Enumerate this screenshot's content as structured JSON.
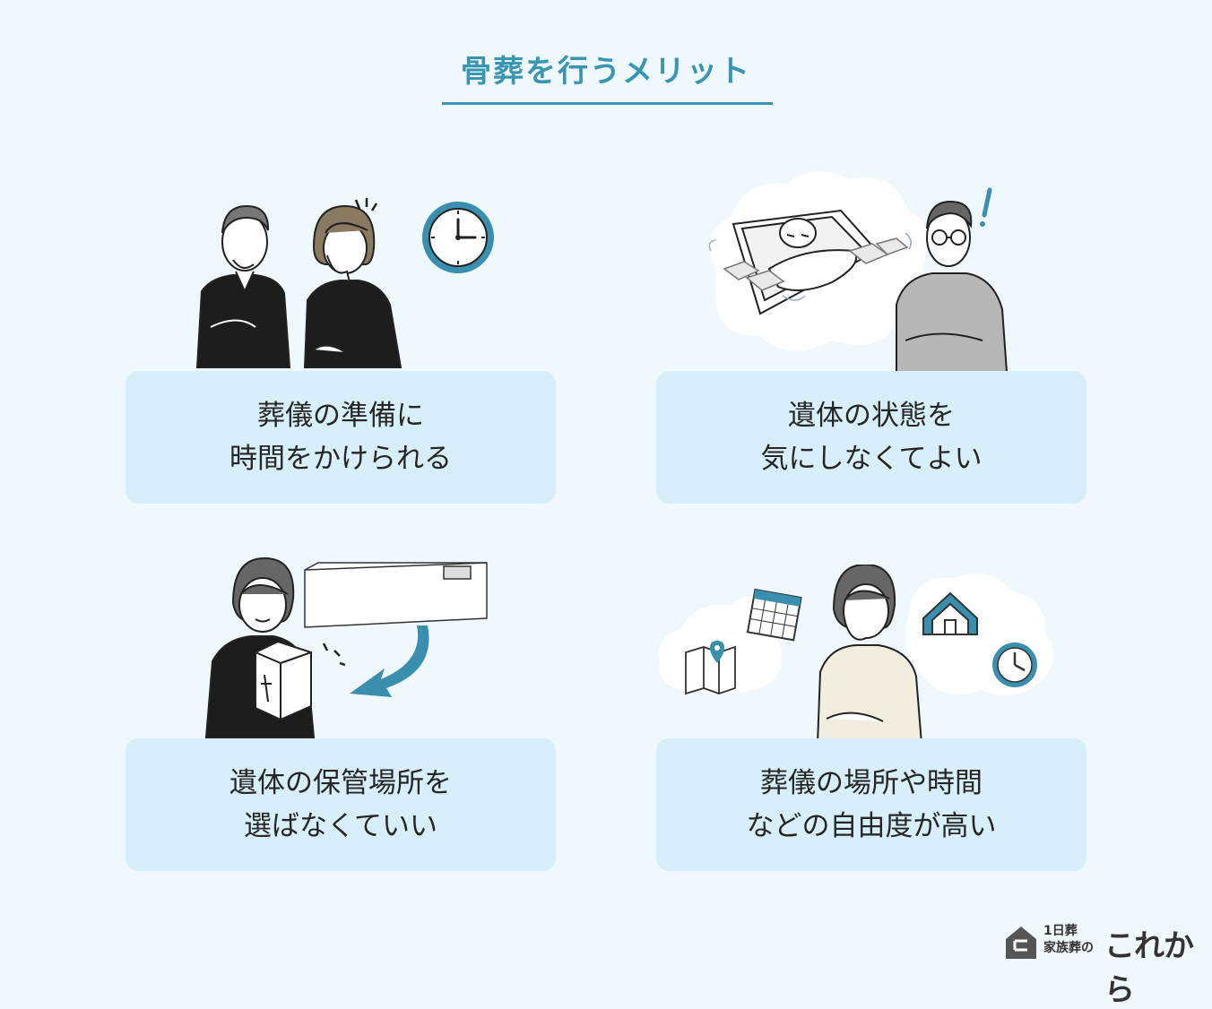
{
  "title": "骨葬を行うメリット",
  "cards": [
    {
      "line1": "葬儀の準備に",
      "line2": "時間をかけられる"
    },
    {
      "line1": "遺体の状態を",
      "line2": "気にしなくてよい"
    },
    {
      "line1": "遺体の保管場所を",
      "line2": "選ばなくていい"
    },
    {
      "line1": "葬儀の場所や時間",
      "line2": "などの自由度が高い"
    }
  ],
  "logo": {
    "line1": "1日葬",
    "line2": "家族葬の",
    "brand": "これから"
  },
  "colors": {
    "accent": "#3a95b3",
    "card": "#d6eff8",
    "background": "#eff8fc"
  }
}
